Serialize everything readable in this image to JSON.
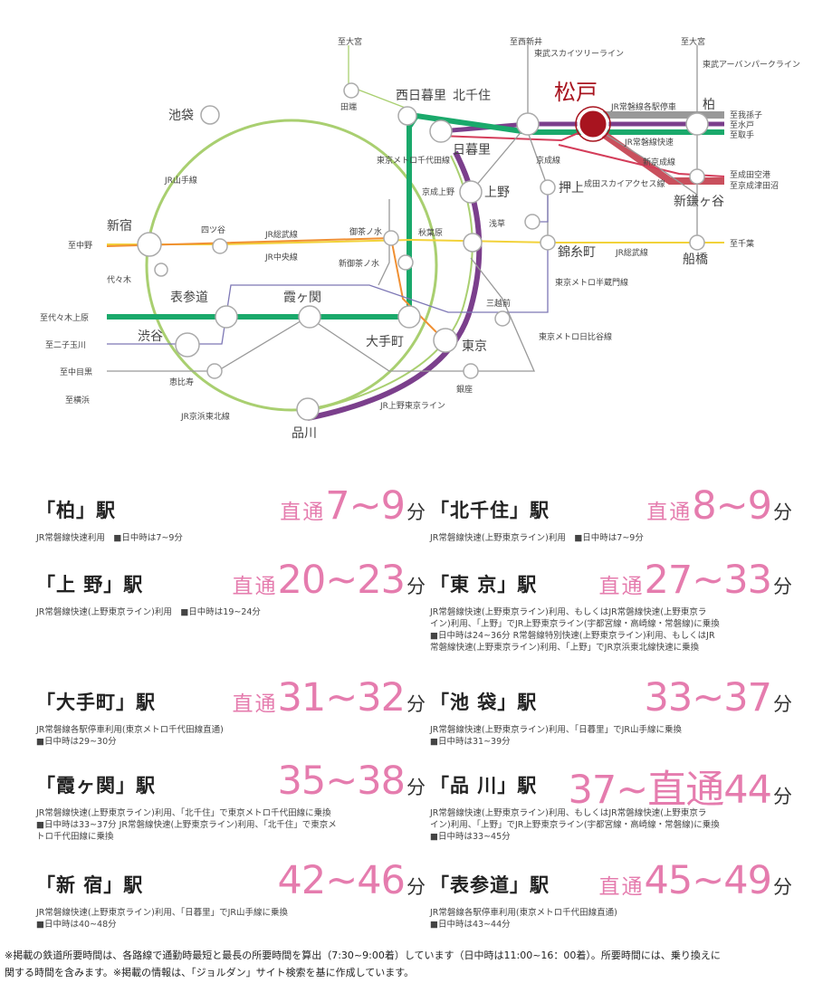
{
  "map": {
    "origin": {
      "name": "松戸",
      "sub": "JR常磐線各駅停車"
    },
    "stations": {
      "ikebukuro": "池袋",
      "tabata": "田端",
      "nishinippori": "西日暮里",
      "kitasenju": "北千住",
      "kashiwa": "柏",
      "nippori": "日暮里",
      "keiseiueno": "京成上野",
      "ueno": "上野",
      "oshiage": "押上",
      "asakusa": "浅草",
      "shinkamagaya": "新鎌ヶ谷",
      "shinjuku": "新宿",
      "yotsuya": "四ツ谷",
      "ochanomizu": "御茶ノ水",
      "shinochanomizu": "新御茶ノ水",
      "akihabara": "秋葉原",
      "kinshicho": "錦糸町",
      "funabashi": "船橋",
      "yoyogi": "代々木",
      "omotesando": "表参道",
      "kasumigaseki": "霞ヶ関",
      "mitsukoshimae": "三越前",
      "otemachi": "大手町",
      "tokyo": "東京",
      "shibuya": "渋谷",
      "ebisu": "恵比寿",
      "ginza": "銀座",
      "shinagawa": "品川"
    },
    "lines": {
      "yamanote": "JR山手線",
      "sobu": "JR総武線",
      "chuo": "JR中央線",
      "chiyoda": "東京メトロ千代田線",
      "tobusky": "東武スカイツリーライン",
      "tobuurban": "東武アーバンパークライン",
      "joban_rapid": "JR常磐線快速",
      "keisei": "京成線",
      "shinkeisei": "新京成線",
      "narita_sky": "成田スカイアクセス線",
      "hanzomon": "東京メトロ半蔵門線",
      "hibiya": "東京メトロ日比谷線",
      "keihin": "JR京浜東北線",
      "ueno_tokyo": "JR上野東京ライン",
      "sobu_right": "JR総武線"
    },
    "dest": {
      "omiya_left": "至大宮",
      "nishiarai": "至西新井",
      "omiya_right": "至大宮",
      "abiko": "至我孫子",
      "mito": "至水戸",
      "toride": "至取手",
      "narita_airport": "至成田空港",
      "narita_yukawa": "至京成津田沼",
      "chiba": "至千葉",
      "nakano": "至中野",
      "yoyogiuehara": "至代々木上原",
      "futakotamagawa": "至二子玉川",
      "nakameguro": "至中目黒",
      "yokohama": "至横浜"
    }
  },
  "cards": [
    {
      "title": "「柏」駅",
      "prefix": "直通",
      "range": "7~9",
      "unit": "分",
      "lines": [
        "JR常磐線快速利用　■日中時は7~9分"
      ]
    },
    {
      "title": "「北千住」駅",
      "prefix": "直通",
      "range": "8~9",
      "unit": "分",
      "lines": [
        "JR常磐線快速(上野東京ライン)利用　■日中時は7~9分"
      ]
    },
    {
      "title": "「上 野」駅",
      "prefix": "直通",
      "range": "20~23",
      "unit": "分",
      "lines": [
        "JR常磐線快速(上野東京ライン)利用　■日中時は19~24分"
      ]
    },
    {
      "title": "「東 京」駅",
      "prefix": "直通",
      "range": "27~33",
      "unit": "分",
      "lines": [
        "JR常磐線快速(上野東京ライン)利用、もしくはJR常磐線快速(上野東京ラ",
        "イン)利用、「上野」でJR上野東京ライン(宇都宮線・高崎線・常磐線)に乗換",
        "■日中時は24~36分 R常磐線特別快速(上野東京ライン)利用、もしくはJR",
        "常磐線快速(上野東京ライン)利用、「上野」でJR京浜東北線快速に乗換"
      ]
    },
    {
      "title": "「大手町」駅",
      "prefix": "直通",
      "range": "31~32",
      "unit": "分",
      "lines": [
        "JR常磐線各駅停車利用(東京メトロ千代田線直通)",
        "■日中時は29~30分"
      ]
    },
    {
      "title": "「池 袋」駅",
      "prefix": "",
      "range": "33~37",
      "unit": "分",
      "lines": [
        "JR常磐線快速(上野東京ライン)利用、「日暮里」でJR山手線に乗換",
        "■日中時は31~39分"
      ]
    },
    {
      "title": "「霞ヶ関」駅",
      "prefix": "",
      "range": "35~38",
      "unit": "分",
      "lines": [
        "JR常磐線快速(上野東京ライン)利用、「北千住」で東京メトロ千代田線に乗換",
        "■日中時は33~37分 JR常磐線快速(上野東京ライン)利用、「北千住」で東京メ",
        "トロ千代田線に乗換"
      ]
    },
    {
      "title": "「品 川」駅",
      "prefix": "",
      "range": "37~直通44",
      "unit": "分",
      "lines": [
        "JR常磐線快速(上野東京ライン)利用、もしくはJR常磐線快速(上野東京ラ",
        "イン)利用、「上野」でJR上野東京ライン(宇都宮線・高崎線・常磐線)に乗換",
        "■日中時は33~45分"
      ]
    },
    {
      "title": "「新 宿」駅",
      "prefix": "",
      "range": "42~46",
      "unit": "分",
      "lines": [
        "JR常磐線快速(上野東京ライン)利用、「日暮里」でJR山手線に乗換",
        "■日中時は40~48分"
      ]
    },
    {
      "title": "「表参道」駅",
      "prefix": "直通",
      "range": "45~49",
      "unit": "分",
      "lines": [
        "JR常磐線各駅停車利用(東京メトロ千代田線直通)",
        "■日中時は43~44分"
      ]
    }
  ],
  "footer": [
    "※掲載の鉄道所要時間は、各路線で通勤時最短と最長の所要時間を算出（7:30~9:00着）しています（日中時は11:00~16：00着）。所要時間には、乗り換えに",
    "関する時間を含みます。※掲載の情報は、「ジョルダン」サイト検索を基に作成しています。"
  ]
}
